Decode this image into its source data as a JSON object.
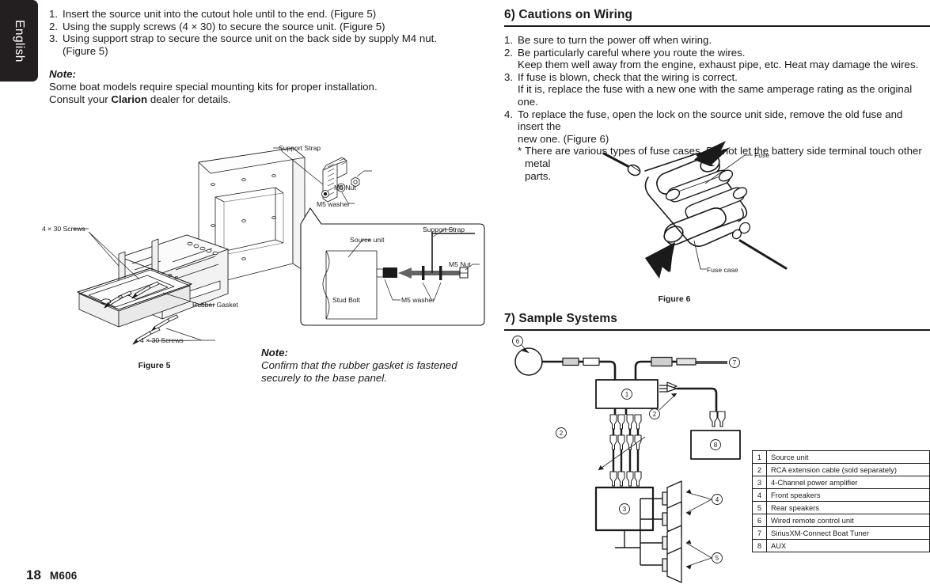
{
  "language_tab": {
    "label": "English"
  },
  "footer": {
    "page_number": "18",
    "model": "M606"
  },
  "left_column": {
    "steps": [
      {
        "n": "1.",
        "text": "Insert the source unit into the cutout hole until to the end. (Figure 5)"
      },
      {
        "n": "2.",
        "text": "Using the supply screws (4 × 30) to secure the source unit. (Figure 5)"
      },
      {
        "n": "3.",
        "text": "Using support strap to secure the source unit on the back side by supply M4 nut."
      }
    ],
    "step3_cont": "(Figure 5)",
    "note": {
      "heading": "Note:",
      "line1": "Some boat models require special mounting kits for proper installation.",
      "line2_pre": "Consult your ",
      "line2_brand": "Clarion",
      "line2_post": " dealer for details."
    },
    "figure5": {
      "caption": "Figure 5",
      "labels": {
        "support_strap_top": "Support Strap",
        "m5_nut_top": "M5 Nut",
        "m5_washer_top": "M5 washer",
        "screws_upper": "4 × 30 Screws",
        "screws_lower": "4 × 30 Screws",
        "rubber_gasket": "Rubber Gasket",
        "source_unit": "Source unit",
        "support_strap_inset": "Support Strap",
        "m5_nut_inset": "M5 Nut",
        "m5_washer_inset": "M5 washer",
        "stud_bolt": "Stud Bolt"
      }
    },
    "gasket_note": {
      "heading": "Note:",
      "line1": "Confirm that the rubber gasket is fastened",
      "line2": "securely to the base panel."
    }
  },
  "right_column": {
    "section6": {
      "heading": "6) Cautions on Wiring",
      "items": [
        {
          "n": "1.",
          "text": "Be sure to turn the power off when wiring."
        },
        {
          "n": "2.",
          "text": "Be particularly careful where you route the wires."
        },
        {
          "n": "3.",
          "text": "If fuse is blown, check that the wiring is correct."
        },
        {
          "n": "4.",
          "text": "To replace the fuse, open the lock on the source unit side, remove the old fuse and insert the"
        }
      ],
      "item2_cont": "Keep them well away from the engine, exhaust pipe, etc. Heat may damage the wires.",
      "item3_cont": "If it is, replace the fuse with a new one with the same amperage rating as the original one.",
      "item4_cont": "new one. (Figure 6)",
      "item4_star": "There are various types of fuse cases. Do not let the battery side terminal touch other metal",
      "item4_star_cont": "parts."
    },
    "figure6": {
      "caption": "Figure 6",
      "labels": {
        "fuse": "Fuse",
        "fuse_case": "Fuse case"
      }
    },
    "section7": {
      "heading": "7) Sample Systems",
      "callouts": [
        "1",
        "2",
        "3",
        "4",
        "5",
        "6",
        "7",
        "8"
      ]
    },
    "parts_table": {
      "rows": [
        {
          "idx": "1",
          "name": "Source unit"
        },
        {
          "idx": "2",
          "name": "RCA extension cable (sold separately)"
        },
        {
          "idx": "3",
          "name": "4-Channel power amplifier"
        },
        {
          "idx": "4",
          "name": "Front speakers"
        },
        {
          "idx": "5",
          "name": "Rear speakers"
        },
        {
          "idx": "6",
          "name": "Wired remote control unit"
        },
        {
          "idx": "7",
          "name": "SiriusXM-Connect Boat Tuner"
        },
        {
          "idx": "8",
          "name": "AUX"
        }
      ]
    }
  }
}
